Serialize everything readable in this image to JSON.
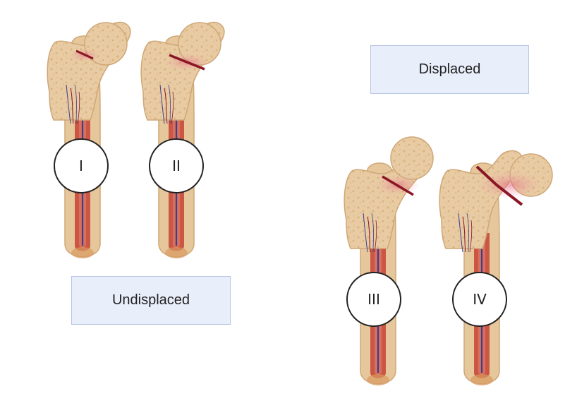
{
  "labels": {
    "displaced": "Displaced",
    "undisplaced": "Undisplaced"
  },
  "types": [
    {
      "numeral": "I"
    },
    {
      "numeral": "II"
    },
    {
      "numeral": "III"
    },
    {
      "numeral": "IV"
    }
  ],
  "colors": {
    "bone": "#e6c79c",
    "bone_outline": "#cfa777",
    "marrow": "#c8493a",
    "vessel": "#3b3f8f",
    "fracture": "#8a1626",
    "label_fill": "#e9eefb",
    "label_border": "#b9c6e3"
  }
}
